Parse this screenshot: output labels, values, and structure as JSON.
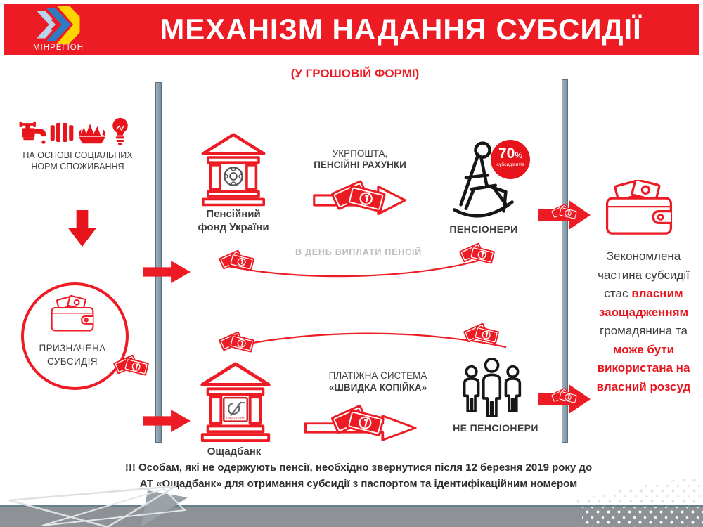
{
  "colors": {
    "accent_red": "#ed1c24",
    "badge_red": "#e8141c",
    "dark_text": "#3d3d3d",
    "icon_black": "#161616",
    "muted_gray": "#bdbdbd",
    "rail_gray": "#76909f",
    "footer_gray": "#8e9296",
    "logo_blue": "#2f7bc1",
    "logo_light_blue": "#b9d5ee",
    "logo_yellow": "#ffd500"
  },
  "header": {
    "logo_text": "МІНРЕГІОН",
    "title": "МЕХАНІЗМ НАДАННЯ СУБСИДІЇ",
    "subtitle": "(У ГРОШОВІЙ ФОРМІ)"
  },
  "left_panel": {
    "basis_line1": "НА ОСНОВІ СОЦІАЛЬНИХ",
    "basis_line2": "НОРМ СПОЖИВАННЯ",
    "circle_line1": "ПРИЗНАЧЕНА",
    "circle_line2": "СУБСИДІЯ"
  },
  "pension_flow": {
    "bank_line1": "Пенсійний",
    "bank_line2": "фонд України",
    "channel_line1": "УКРПОШТА,",
    "channel_line2": "ПЕНСІЙНІ РАХУНКИ",
    "recipients": "ПЕНСІОНЕРИ",
    "badge_value": "70",
    "badge_percent": "%",
    "badge_caption": "субсидіантів",
    "return_caption": "В ДЕНЬ ВИПЛАТИ ПЕНСІЙ"
  },
  "nonpension_flow": {
    "bank_label": "Ощадбанк",
    "emblem_text": "ОЩАДБАНК",
    "channel_line1": "ПЛАТІЖНА СИСТЕМА",
    "channel_line2": "«ШВИДКА КОПІЙКА»",
    "recipients": "НЕ ПЕНСІОНЕРИ"
  },
  "savings_note": {
    "seg1": "Зекономлена частина субсидії стає ",
    "seg2": "власним заощадженням",
    "seg3": " громадянина та ",
    "seg4": "може бути використана на власний розсуд"
  },
  "footnote": {
    "line1": "!!! Особам, які не одержують пенсії, необхідно звернутися після  12 березня 2019 року до",
    "line2": "АТ «Ощадбанк»  для отримання субсидії з паспортом та ідентифікаційним номером"
  }
}
